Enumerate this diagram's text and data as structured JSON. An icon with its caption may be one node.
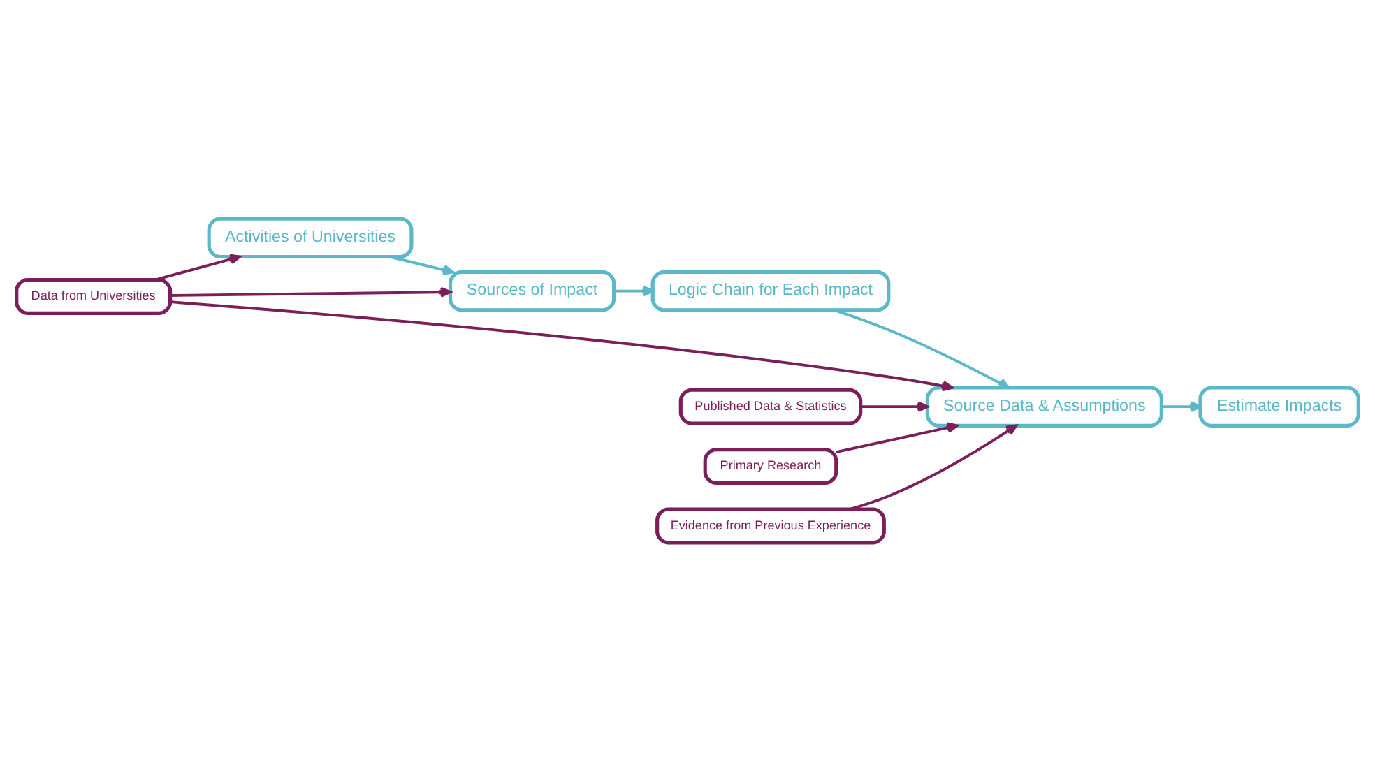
{
  "diagram": {
    "nodes": [
      {
        "text": [
          "Activities of Universities"
        ]
      },
      {
        "text": [
          "Data from Universities"
        ]
      },
      {
        "text": [
          "Sources of Impact"
        ]
      },
      {
        "text": [
          "Logic Chain for Each Impact"
        ]
      },
      {
        "text": [
          "Published Data & Statistics"
        ]
      },
      {
        "text": [
          "Primary Research"
        ]
      },
      {
        "text": [
          "Source Data & Assumptions"
        ]
      },
      {
        "text": [
          "Evidence from Previous Experience"
        ]
      },
      {
        "text": [
          "Estimate Impacts"
        ]
      }
    ],
    "edges": [
      {
        "from": 0,
        "to": 2,
        "arrow": "to",
        "color": "#5bb8c9"
      },
      {
        "from": 1,
        "to": 0,
        "arrow": "to"
      },
      {
        "from": 1,
        "to": 2,
        "arrow": "to"
      },
      {
        "from": 2,
        "to": 3,
        "arrow": "to",
        "color": "#5bb8c9"
      },
      {
        "from": 1,
        "to": 6,
        "arrow": "to"
      },
      {
        "from": 3,
        "to": 6,
        "arrow": "to",
        "color": "#5bb8c9"
      },
      {
        "from": 4,
        "to": 6,
        "arrow": "to"
      },
      {
        "from": 5,
        "to": 6,
        "arrow": "to"
      },
      {
        "from": 7,
        "to": 6,
        "arrow": "to"
      },
      {
        "from": 6,
        "to": 8,
        "arrow": "to",
        "color": "#5bb8c9"
      }
    ]
  }
}
